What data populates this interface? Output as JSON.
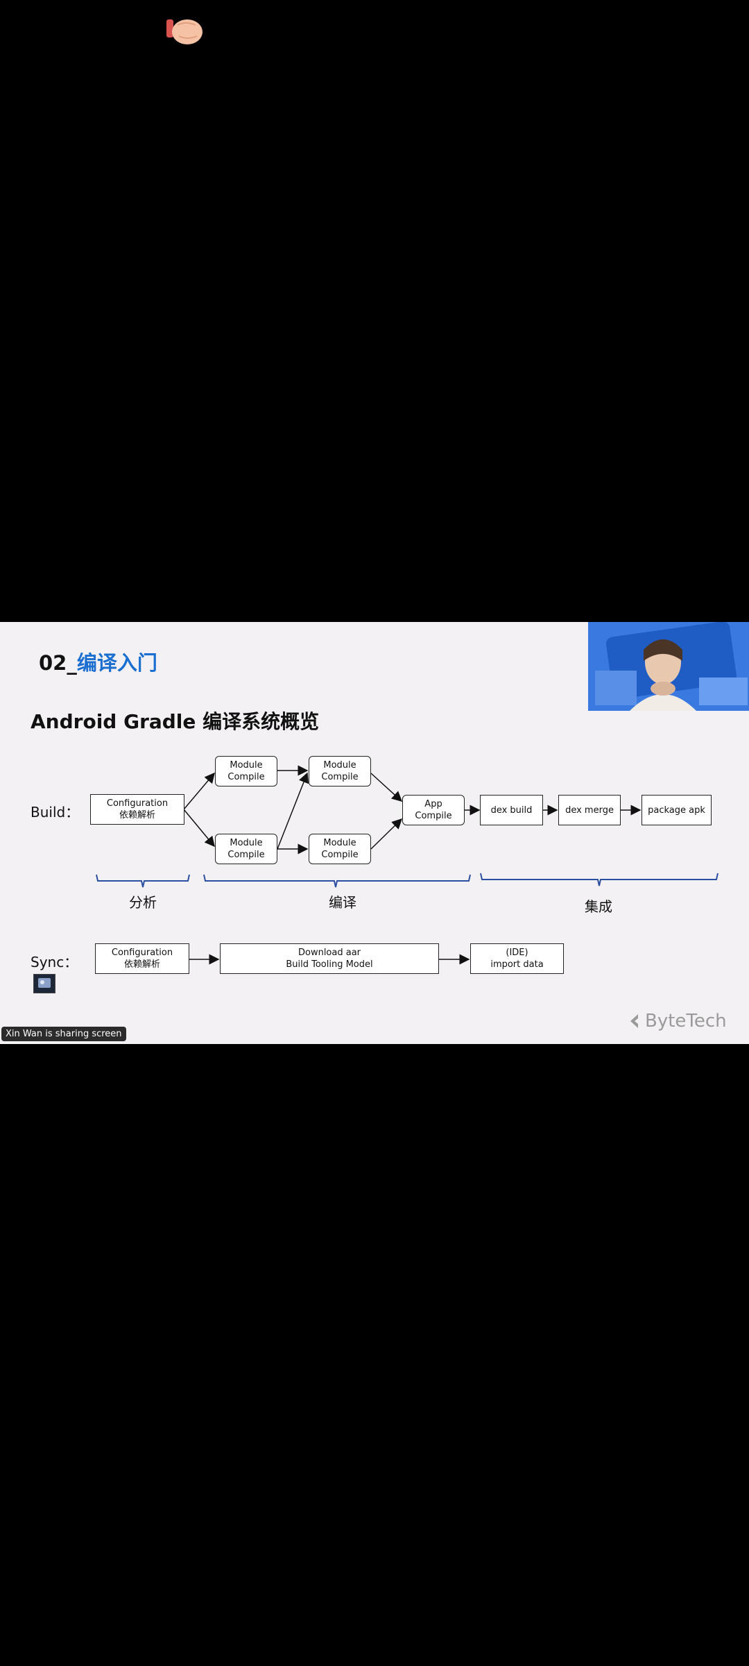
{
  "reaction": {
    "icon": "hand-emoji-icon"
  },
  "slide": {
    "section_number": "02_",
    "section_title": "编译入门",
    "title": "Android Gradle 编译系统概览",
    "build_label": "Build：",
    "sync_label": "Sync：",
    "build_nodes": {
      "config_line1": "Configuration",
      "config_line2": "依赖解析",
      "module_line1": "Module",
      "module_line2": "Compile",
      "app_line1": "App",
      "app_line2": "Compile",
      "dex_build": "dex build",
      "dex_merge": "dex merge",
      "package_apk": "package apk"
    },
    "groups": {
      "analysis": "分析",
      "compile": "编译",
      "integrate": "集成"
    },
    "sync_nodes": {
      "config_line1": "Configuration",
      "config_line2": "依赖解析",
      "download_line1": "Download aar",
      "download_line2": "Build Tooling Model",
      "ide_line1": "(IDE)",
      "ide_line2": "import data"
    },
    "brand": "ByteTech",
    "colors": {
      "accent": "#1a6fd0",
      "brace": "#2a4fa0",
      "background": "#f4f1f4"
    }
  },
  "webcam": {
    "description_icon": "presenter-webcam-icon"
  },
  "toast": {
    "text": "Xin Wan is sharing screen"
  }
}
